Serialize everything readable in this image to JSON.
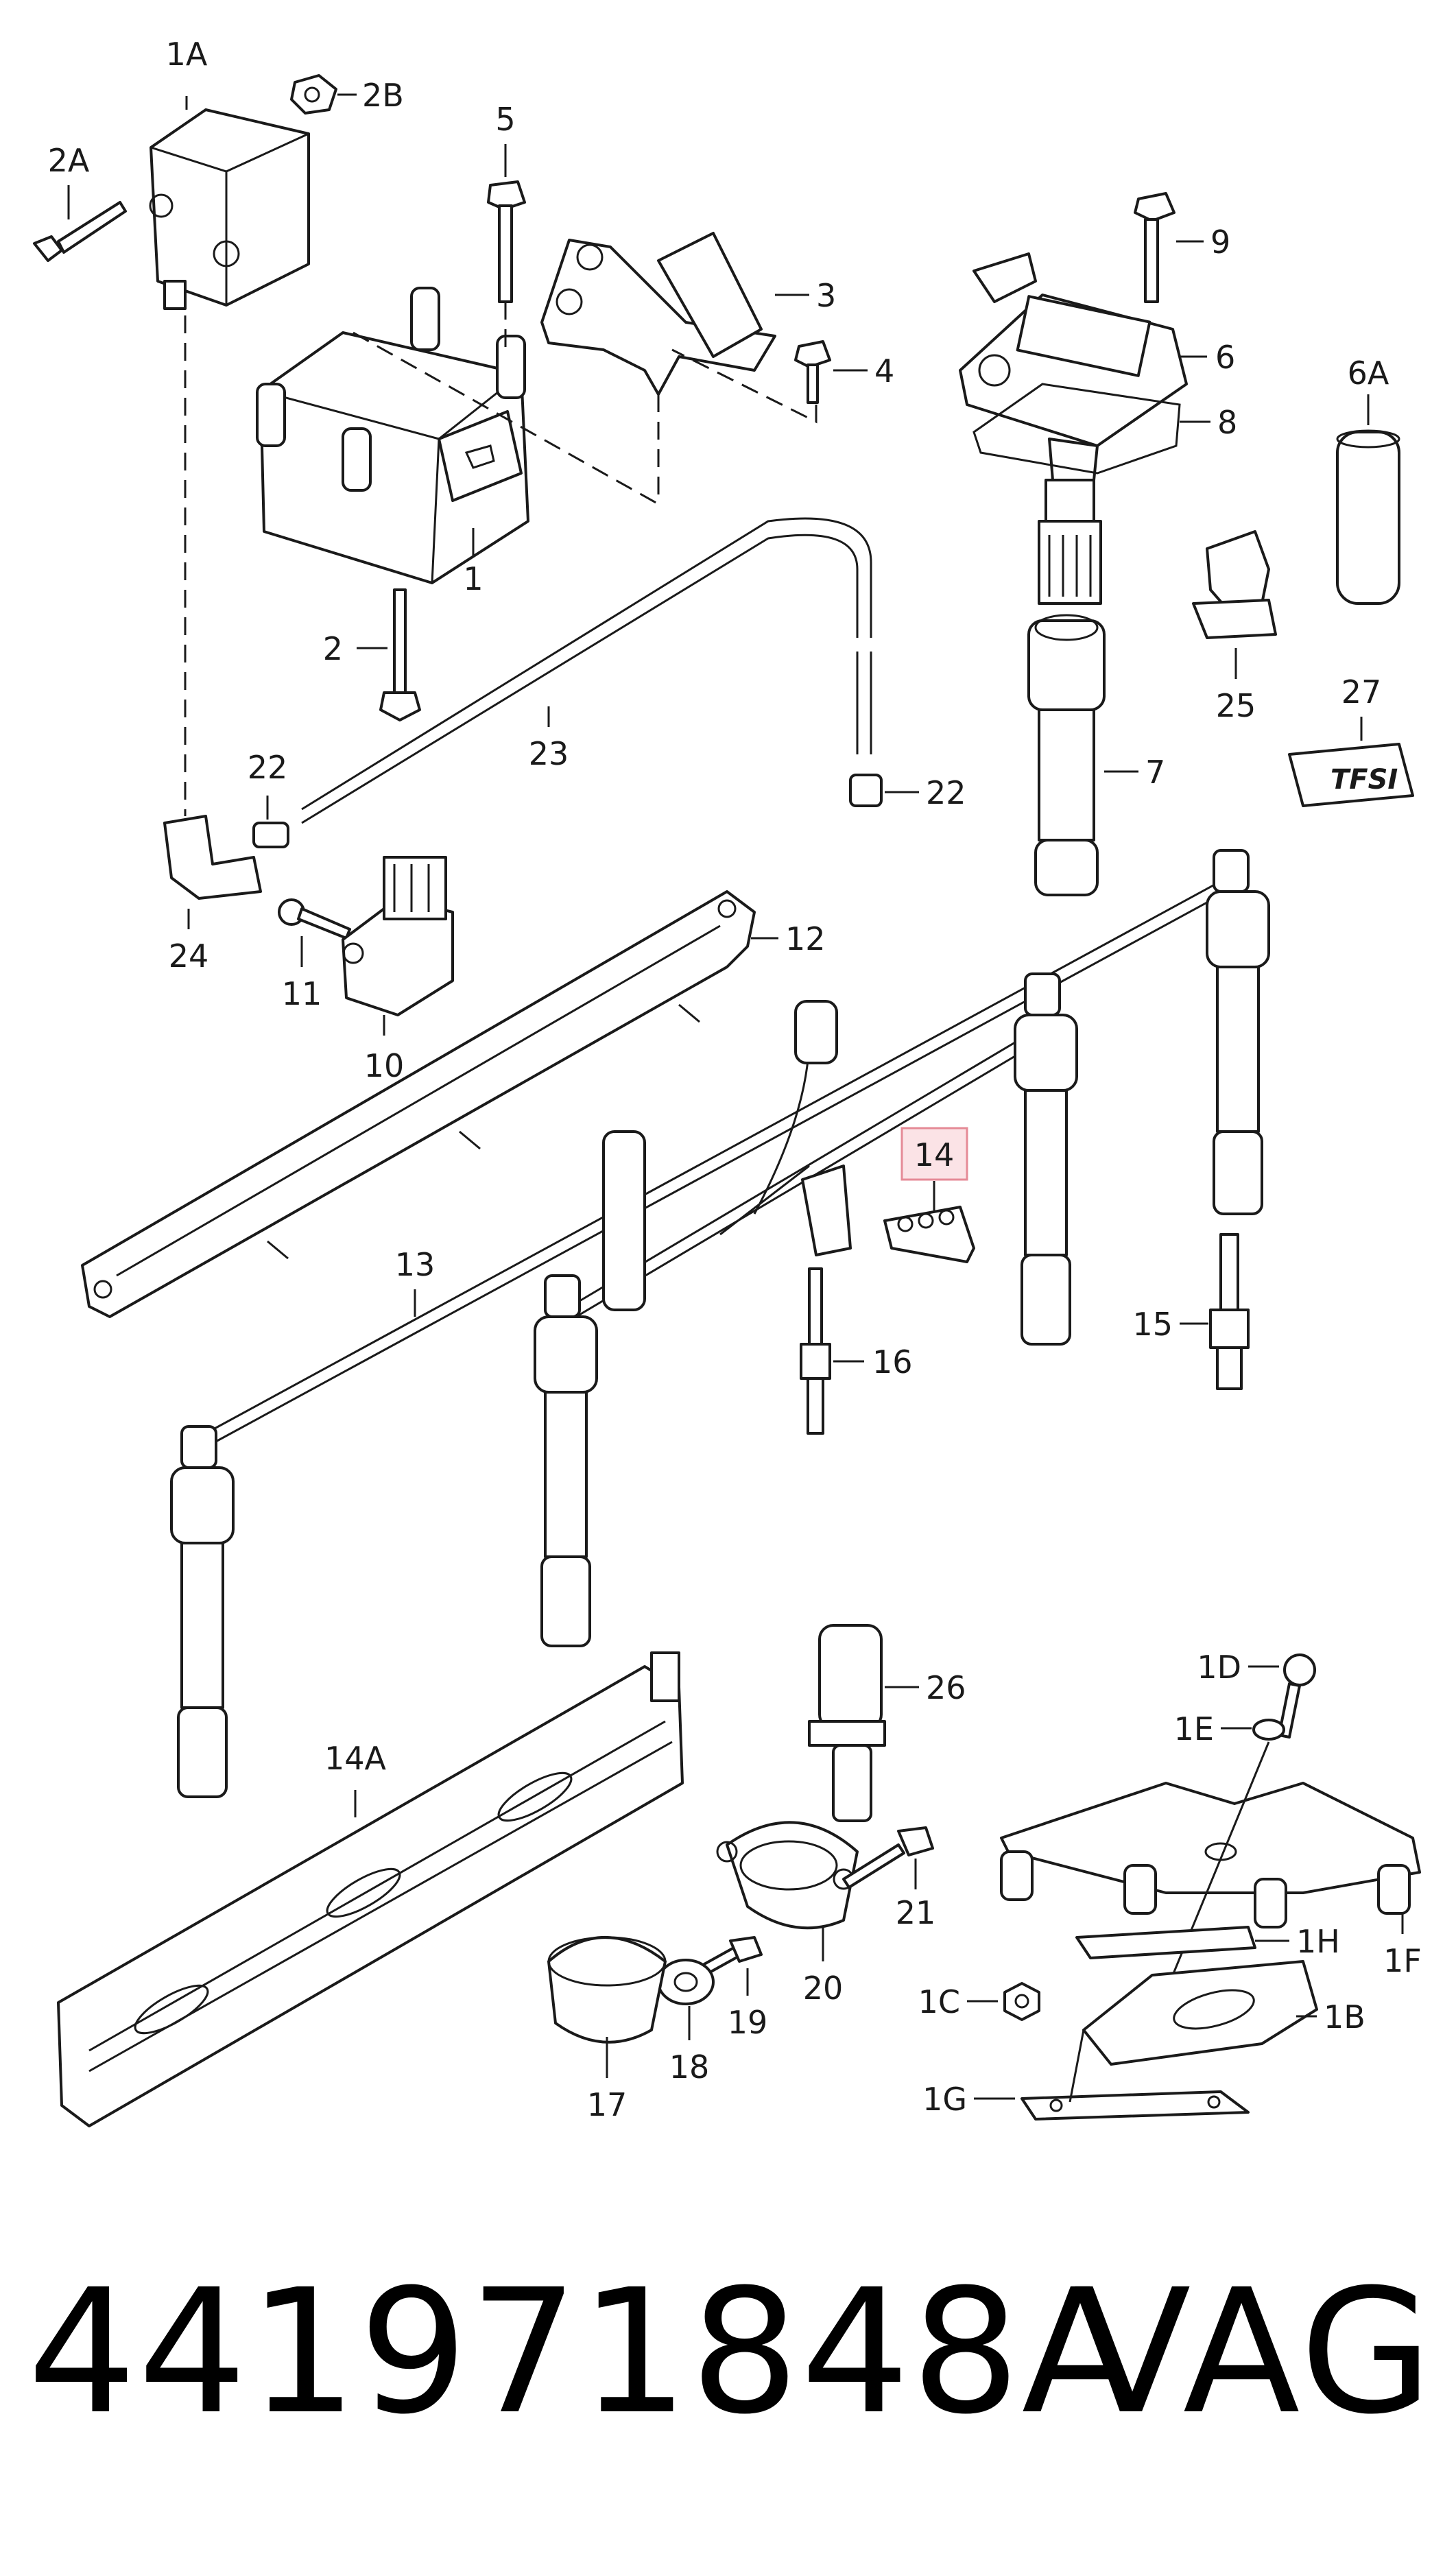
{
  "callouts": {
    "c1A": "1A",
    "c2B": "2B",
    "c2A": "2A",
    "c5": "5",
    "c3": "3",
    "c4": "4",
    "c9": "9",
    "c6": "6",
    "c6A": "6A",
    "c8": "8",
    "c1": "1",
    "c2": "2",
    "c25": "25",
    "c23": "23",
    "c7": "7",
    "c27": "27",
    "c22a": "22",
    "c22b": "22",
    "c24": "24",
    "c11": "11",
    "c12": "12",
    "c10": "10",
    "c14": "14",
    "c13": "13",
    "c15": "15",
    "c16": "16",
    "c26": "26",
    "c1D": "1D",
    "c1E": "1E",
    "c14A": "14A",
    "c21": "21",
    "c1F": "1F",
    "c1H": "1H",
    "c20": "20",
    "c19": "19",
    "c1C": "1C",
    "c1B": "1B",
    "c18": "18",
    "c17": "17",
    "c1G": "1G"
  },
  "emblem_text": "TFSI",
  "highlight": {
    "callout": "14",
    "fill": "#fbe3e6",
    "stroke": "#e58a96"
  },
  "footer": {
    "part_number": "441971848A",
    "brand": "VAG"
  }
}
